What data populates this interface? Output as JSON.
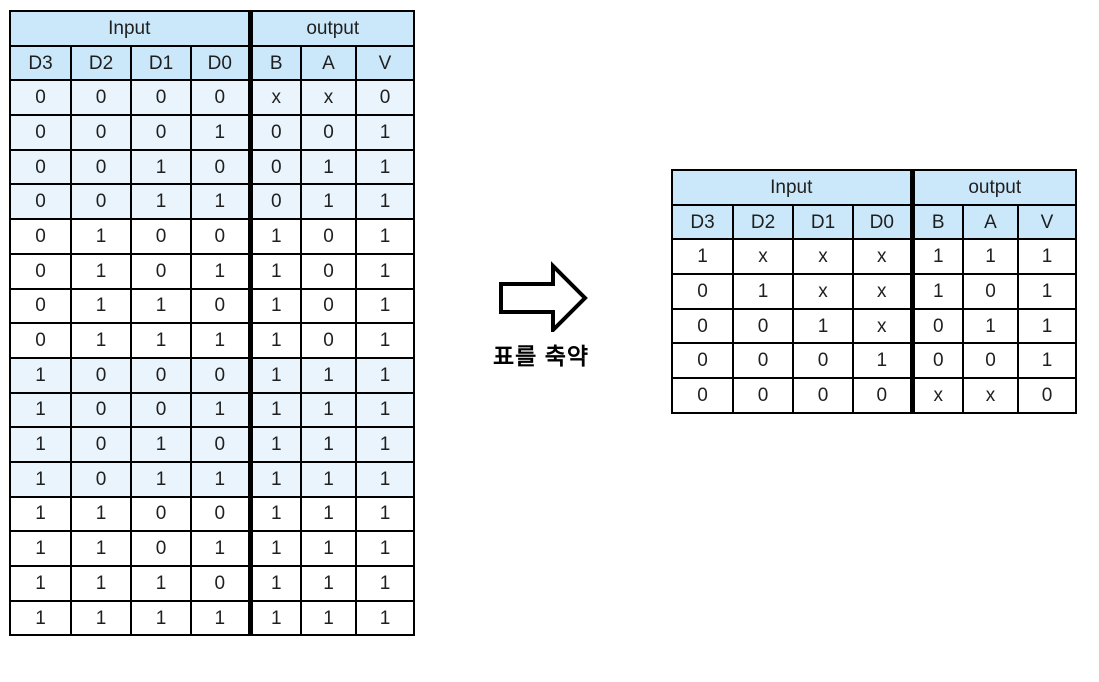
{
  "colors": {
    "page_background": "#ffffff",
    "header_bg": "#cbe8fa",
    "row_tint_bg": "#e9f4fc",
    "border": "#000000",
    "text": "#1f1f1f"
  },
  "arrow": {
    "icon": "right-block-arrow",
    "label": "표를 축약"
  },
  "full_table": {
    "group_headers": [
      {
        "label": "Input",
        "span": 4
      },
      {
        "label": "output",
        "span": 3
      }
    ],
    "columns": [
      "D3",
      "D2",
      "D1",
      "D0",
      "B",
      "A",
      "V"
    ],
    "rows": [
      {
        "cells": [
          "0",
          "0",
          "0",
          "0",
          "x",
          "x",
          "0"
        ],
        "tinted": true
      },
      {
        "cells": [
          "0",
          "0",
          "0",
          "1",
          "0",
          "0",
          "1"
        ],
        "tinted": true
      },
      {
        "cells": [
          "0",
          "0",
          "1",
          "0",
          "0",
          "1",
          "1"
        ],
        "tinted": true
      },
      {
        "cells": [
          "0",
          "0",
          "1",
          "1",
          "0",
          "1",
          "1"
        ],
        "tinted": true
      },
      {
        "cells": [
          "0",
          "1",
          "0",
          "0",
          "1",
          "0",
          "1"
        ],
        "tinted": false
      },
      {
        "cells": [
          "0",
          "1",
          "0",
          "1",
          "1",
          "0",
          "1"
        ],
        "tinted": false
      },
      {
        "cells": [
          "0",
          "1",
          "1",
          "0",
          "1",
          "0",
          "1"
        ],
        "tinted": false
      },
      {
        "cells": [
          "0",
          "1",
          "1",
          "1",
          "1",
          "0",
          "1"
        ],
        "tinted": false
      },
      {
        "cells": [
          "1",
          "0",
          "0",
          "0",
          "1",
          "1",
          "1"
        ],
        "tinted": true
      },
      {
        "cells": [
          "1",
          "0",
          "0",
          "1",
          "1",
          "1",
          "1"
        ],
        "tinted": true
      },
      {
        "cells": [
          "1",
          "0",
          "1",
          "0",
          "1",
          "1",
          "1"
        ],
        "tinted": true
      },
      {
        "cells": [
          "1",
          "0",
          "1",
          "1",
          "1",
          "1",
          "1"
        ],
        "tinted": true
      },
      {
        "cells": [
          "1",
          "1",
          "0",
          "0",
          "1",
          "1",
          "1"
        ],
        "tinted": false
      },
      {
        "cells": [
          "1",
          "1",
          "0",
          "1",
          "1",
          "1",
          "1"
        ],
        "tinted": false
      },
      {
        "cells": [
          "1",
          "1",
          "1",
          "0",
          "1",
          "1",
          "1"
        ],
        "tinted": false
      },
      {
        "cells": [
          "1",
          "1",
          "1",
          "1",
          "1",
          "1",
          "1"
        ],
        "tinted": false
      }
    ]
  },
  "condensed_table": {
    "group_headers": [
      {
        "label": "Input",
        "span": 4
      },
      {
        "label": "output",
        "span": 3
      }
    ],
    "columns": [
      "D3",
      "D2",
      "D1",
      "D0",
      "B",
      "A",
      "V"
    ],
    "rows": [
      {
        "cells": [
          "1",
          "x",
          "x",
          "x",
          "1",
          "1",
          "1"
        ],
        "tinted": false
      },
      {
        "cells": [
          "0",
          "1",
          "x",
          "x",
          "1",
          "0",
          "1"
        ],
        "tinted": false
      },
      {
        "cells": [
          "0",
          "0",
          "1",
          "x",
          "0",
          "1",
          "1"
        ],
        "tinted": false
      },
      {
        "cells": [
          "0",
          "0",
          "0",
          "1",
          "0",
          "0",
          "1"
        ],
        "tinted": false
      },
      {
        "cells": [
          "0",
          "0",
          "0",
          "0",
          "x",
          "x",
          "0"
        ],
        "tinted": false
      }
    ]
  }
}
